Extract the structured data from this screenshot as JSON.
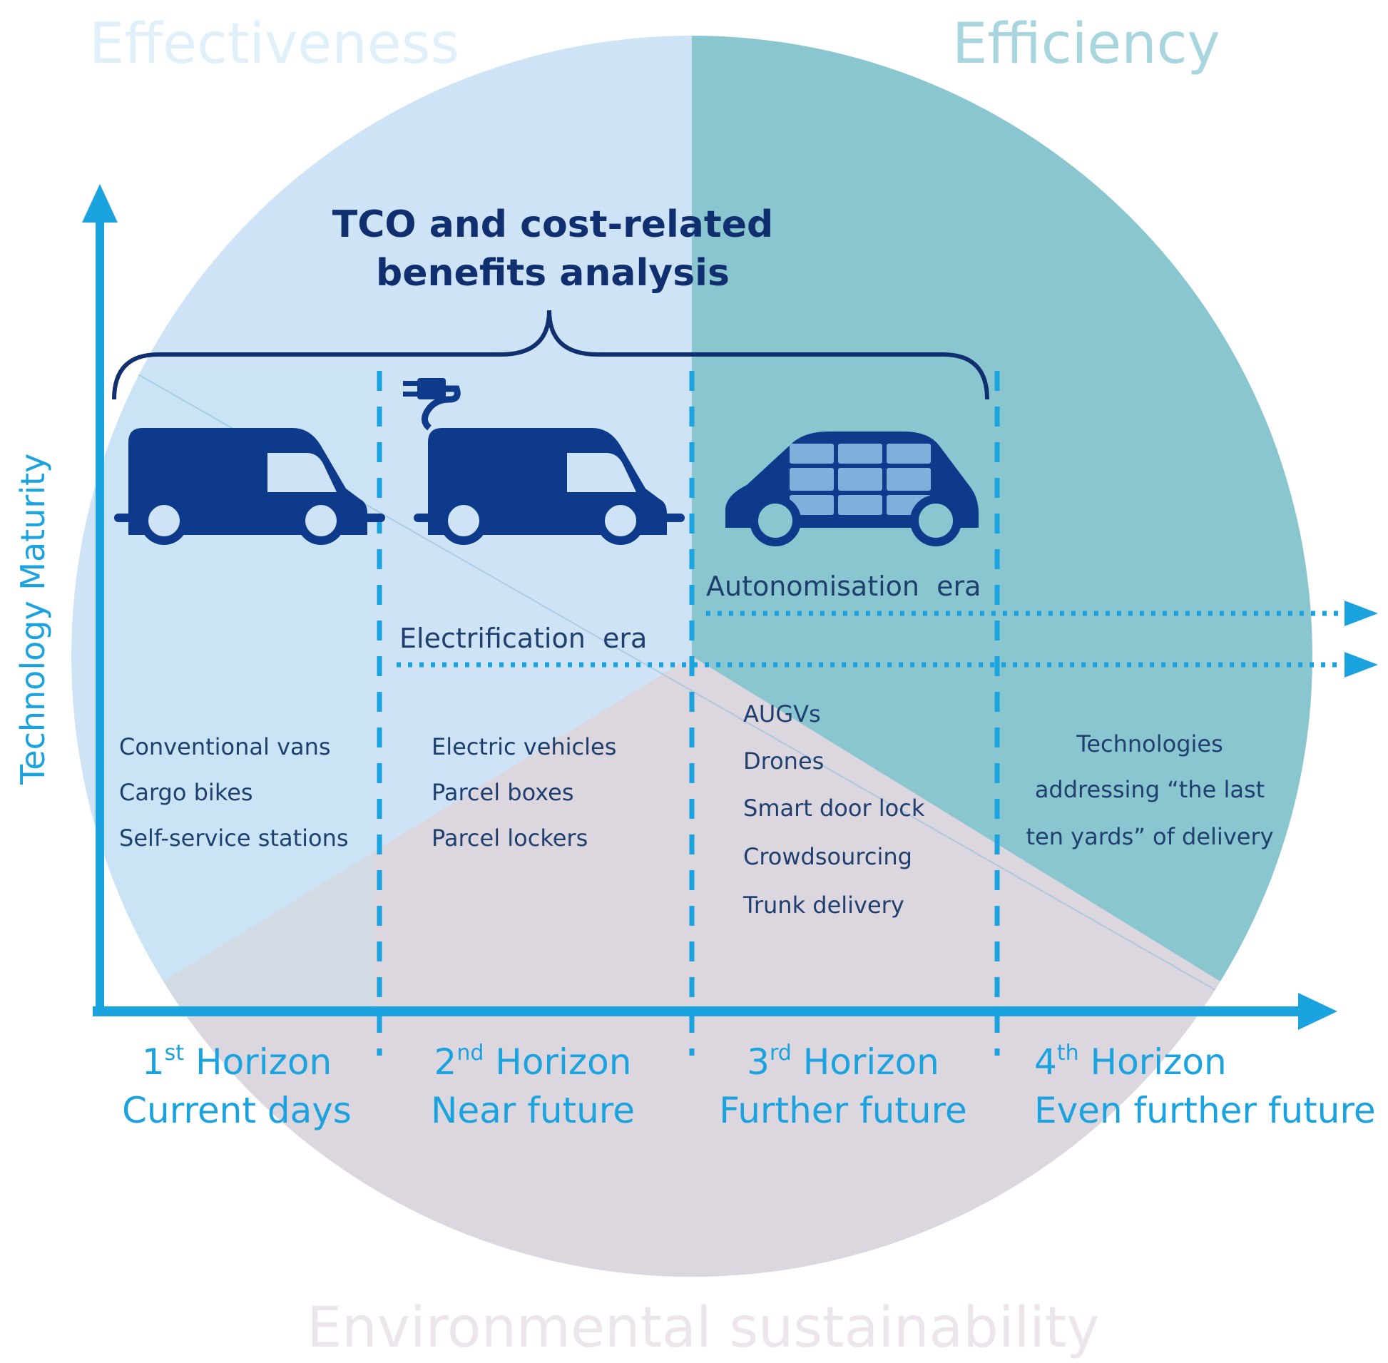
{
  "sectors": {
    "top_left": "Effectiveness",
    "top_right": "Efficiency",
    "bottom": "Environmental sustainability"
  },
  "y_axis_label": "Technology Maturity",
  "bracket_label": {
    "line1": "TCO and cost-related",
    "line2": "benefits analysis"
  },
  "eras": {
    "electrification": "Electrification  era",
    "autonomisation": "Autonomisation  era"
  },
  "vehicles": [
    {
      "icon": "conventional-van-icon"
    },
    {
      "icon": "electric-van-icon"
    },
    {
      "icon": "autonomous-van-icon"
    }
  ],
  "columns": [
    {
      "items": [
        "Conventional vans",
        "Cargo bikes",
        "Self-service stations"
      ],
      "horizon": {
        "num": "1",
        "sup": "st",
        "word": " Horizon",
        "sub": "Current days"
      }
    },
    {
      "items": [
        "Electric vehicles",
        "Parcel boxes",
        "Parcel lockers"
      ],
      "horizon": {
        "num": "2",
        "sup": "nd",
        "word": " Horizon",
        "sub": "Near future"
      }
    },
    {
      "items": [
        "AUGVs",
        "Drones",
        "Smart door lock",
        "Crowdsourcing",
        "Trunk delivery"
      ],
      "horizon": {
        "num": "3",
        "sup": "rd",
        "word": " Horizon",
        "sub": "Further future"
      }
    },
    {
      "items": [
        "Technologies",
        "addressing “the last",
        "ten yards” of delivery"
      ],
      "horizon": {
        "num": "4",
        "sup": "th",
        "word": " Horizon",
        "sub": "Even further future"
      }
    }
  ],
  "colors": {
    "effectiveness": "#cfe3f7",
    "efficiency": "#8ac6d0",
    "sustainability": "#dcd6de",
    "axis": "#1aa3de",
    "vehicle": "#0d3a8a"
  }
}
